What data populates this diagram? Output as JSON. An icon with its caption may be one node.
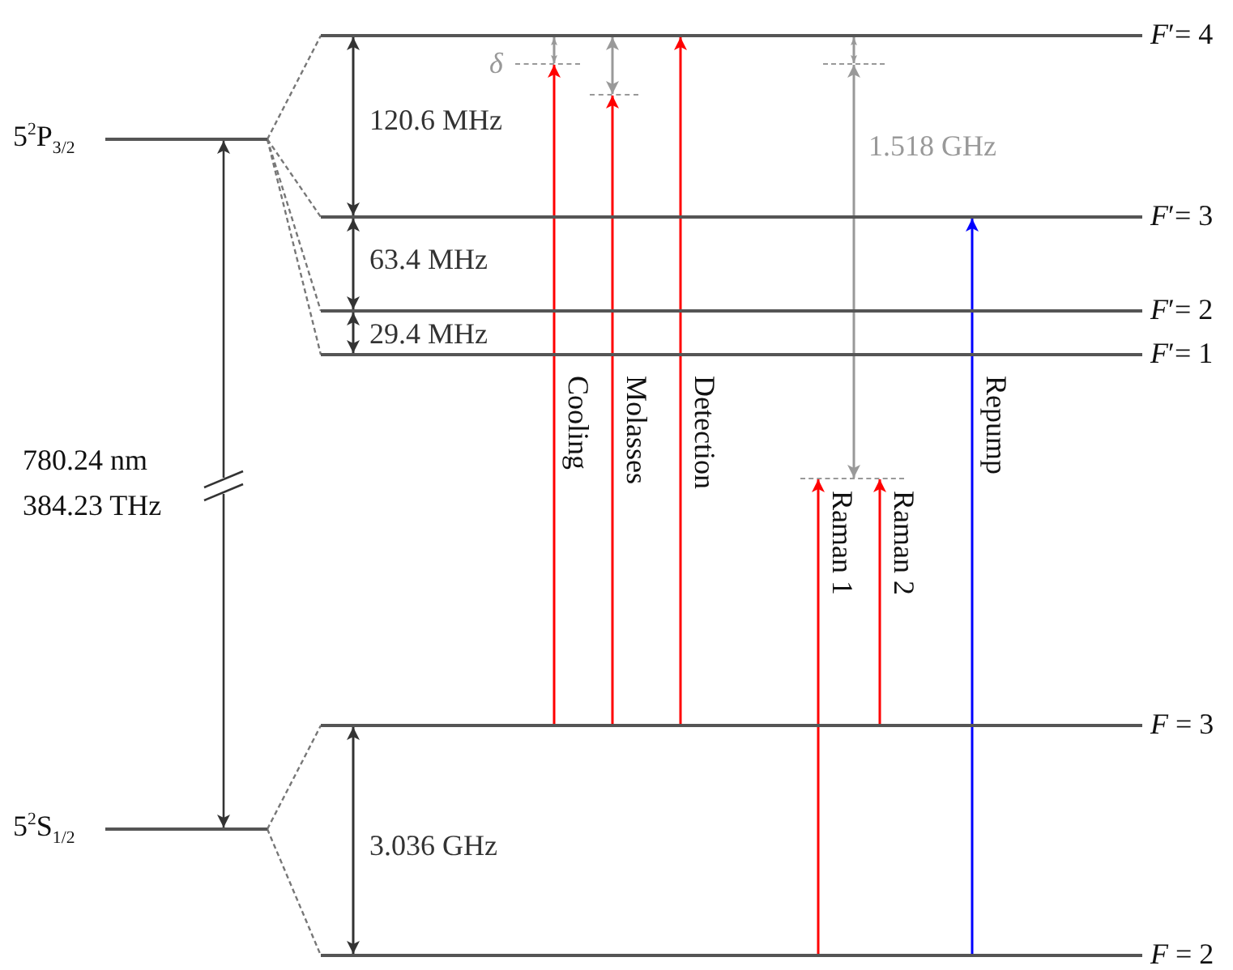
{
  "diagram": {
    "nodes": [
      {
        "text": [],
        "shape": "bar",
        "beside": [
          "5$^{2}$P$_{3/2}$"
        ]
      },
      {
        "text": [],
        "shape": "bar",
        "beside": [
          "5$^{2}$S$_{1/2}$"
        ]
      },
      {
        "text": [],
        "shape": "bar",
        "beside": [
          "*F*′= 4"
        ]
      },
      {
        "text": [],
        "shape": "bar",
        "beside": [
          "*F*′= 3"
        ]
      },
      {
        "text": [],
        "shape": "bar",
        "beside": [
          "*F*′= 2"
        ]
      },
      {
        "text": [],
        "shape": "bar",
        "beside": [
          "*F*′= 1"
        ]
      },
      {
        "text": [],
        "shape": "bar",
        "beside": [
          "*F* = 3"
        ]
      },
      {
        "text": [],
        "shape": "bar",
        "beside": [
          "*F* = 2"
        ]
      },
      {
        "text": [],
        "shape": "bar"
      },
      {
        "text": [],
        "shape": "bar"
      },
      {
        "text": [],
        "shape": "bar"
      },
      {
        "text": [],
        "shape": "bar"
      }
    ],
    "edges": [
      {
        "from": 0,
        "to": 2,
        "arrow": "none",
        "style": "dashed",
        "color": "#777777"
      },
      {
        "from": 0,
        "to": 3,
        "arrow": "none",
        "style": "dashed",
        "color": "#777777"
      },
      {
        "from": 0,
        "to": 4,
        "arrow": "none",
        "style": "dashed",
        "color": "#777777"
      },
      {
        "from": 0,
        "to": 5,
        "arrow": "none",
        "style": "dashed",
        "color": "#777777"
      },
      {
        "from": 1,
        "to": 6,
        "arrow": "none",
        "style": "dashed",
        "color": "#777777"
      },
      {
        "from": 1,
        "to": 7,
        "arrow": "none",
        "style": "dashed",
        "color": "#777777"
      },
      {
        "from": 6,
        "to": 8,
        "arrow": "to",
        "label": "Cooling",
        "color": "#ff0000"
      },
      {
        "from": 6,
        "to": 9,
        "arrow": "to",
        "label": "Molasses",
        "color": "#ff0000"
      },
      {
        "from": 6,
        "to": 2,
        "arrow": "to",
        "label": "Detection",
        "color": "#ff0000"
      },
      {
        "from": 7,
        "to": 11,
        "arrow": "to",
        "label": "Raman 1",
        "color": "#ff0000"
      },
      {
        "from": 6,
        "to": 11,
        "arrow": "to",
        "label": "Raman 2",
        "color": "#ff0000"
      },
      {
        "from": 7,
        "to": 3,
        "arrow": "to",
        "label": "Repump",
        "color": "#0000ff"
      },
      {
        "from": 2,
        "to": 3,
        "arrow": "both",
        "label": "120.6 MHz",
        "color": "#333333"
      },
      {
        "from": 3,
        "to": 4,
        "arrow": "both",
        "label": "63.4 MHz",
        "color": "#333333"
      },
      {
        "from": 4,
        "to": 5,
        "arrow": "both",
        "label": "29.4 MHz",
        "color": "#333333"
      },
      {
        "from": 6,
        "to": 7,
        "arrow": "both",
        "label": "3.036 GHz",
        "color": "#333333"
      },
      {
        "from": 2,
        "to": 8,
        "arrow": "both",
        "label": "δ",
        "color": "#999999"
      },
      {
        "from": 2,
        "to": 9,
        "arrow": "both",
        "color": "#999999"
      },
      {
        "from": 2,
        "to": 10,
        "arrow": "both",
        "color": "#999999"
      },
      {
        "from": 10,
        "to": 11,
        "arrow": "both",
        "label": "1.518 GHz",
        "color": "#999999"
      }
    ],
    "labels": [
      "780.24 nm",
      "384.23 THz"
    ]
  }
}
